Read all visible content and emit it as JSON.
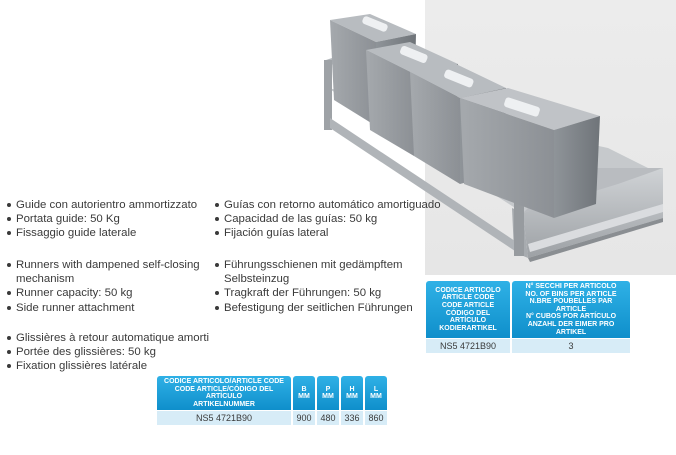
{
  "features": {
    "it": [
      "Guide con autorientro ammortizzato",
      "Portata guide: 50 Kg",
      "Fissaggio guide laterale"
    ],
    "en_line1": "Runners with dampened self-closing",
    "en_line1_cont": "mechanism",
    "en": [
      "Runner capacity: 50 kg",
      "Side runner attachment"
    ],
    "fr": [
      "Glissières à retour automatique amorti",
      "Portée des glissières: 50 kg",
      "Fixation glissières latérale"
    ],
    "es": [
      "Guías con retorno automático amortiguado",
      "Capacidad de las guías: 50 kg",
      "Fijación guías lateral"
    ],
    "de_line1": "Führungsschienen mit gedämpftem",
    "de_line1_cont": "Selbsteinzug",
    "de": [
      "Tragkraft der Führungen: 50 kg",
      "Befestigung der seitlichen Führungen"
    ]
  },
  "bins_table": {
    "header_code": "CODICE ARTICOLO\nARTICLE CODE\nCODE ARTICLE\nCÓDIGO DEL ARTÍCULO\nKODIERARTIKEL",
    "header_bins": "N° SECCHI PER ARTICOLO\nNO. OF BINS PER ARTICLE\nN.BRE POUBELLES PAR ARTICLE\nN° CUBOS POR ARTÍCULO\nANZAHL DER EIMER PRO ARTIKEL",
    "code": "NS5 4721B90",
    "bins": "3"
  },
  "dims_table": {
    "header_code": "CODICE ARTICOLO/ARTICLE CODE\nCODE ARTICLE/CÓDIGO DEL ARTÍCULO\nARTIKELNUMMER",
    "header_b": "B",
    "header_p": "P",
    "header_h": "H",
    "header_l": "L",
    "unit": "mm",
    "code": "NS5 4721B90",
    "b": "900",
    "p": "480",
    "h": "336",
    "l": "860"
  }
}
